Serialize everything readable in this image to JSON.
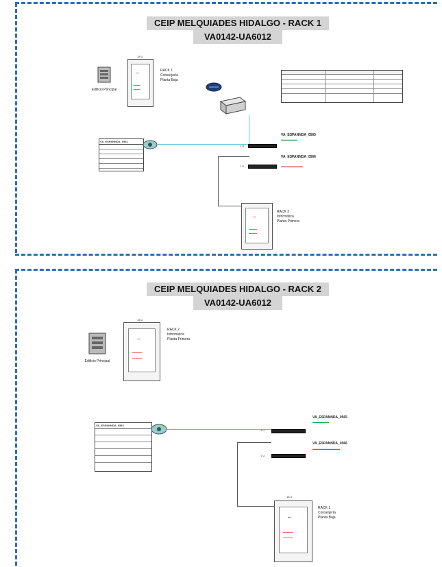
{
  "rack1": {
    "title_line1": "CEIP MELQUIADES HIDALGO - RACK 1",
    "title_line2": "VA0142-UA6012",
    "rack_size": "18 U",
    "rack_label_top": "Conserjería",
    "rack_label_bottom": "Planta Baja",
    "rack_name": "RACK 1",
    "building_label": "Edificio Principal",
    "switch1_name": "VA_ESPANNDA_0565",
    "switch2_name": "VA_ESPANNDA_0566",
    "port1": "1 U",
    "port2": "1 U",
    "rack3_name": "RACK 3",
    "rack3_label1": "Informática",
    "rack3_label2": "Planta Primera",
    "left_table_title": "VA_ESPANNDA_0561"
  },
  "rack2": {
    "title_line1": "CEIP MELQUIADES HIDALGO - RACK 2",
    "title_line2": "VA0142-UA6012",
    "rack_size": "18 U",
    "rack_name": "RACK 2",
    "rack_label1": "Informática",
    "rack_label2": "Planta Primera",
    "building_label": "Edificio Principal",
    "switch1_name": "VA_ESPANNDA_0565",
    "switch2_name": "VA_ESPANNDA_0566",
    "port1": "1 U",
    "port2": "1 U",
    "left_table_title": "VA_ESPANNDA_0563",
    "bottom_rack_size": "18 U",
    "bottom_rack_name": "RACK 1",
    "bottom_rack_label1": "Conserjería",
    "bottom_rack_label2": "Planta Baja"
  },
  "colors": {
    "dash": "#2e6db5",
    "accent_red": "#d21c1c",
    "accent_green": "#1c9a3c",
    "cable": "#5ac6d8"
  }
}
